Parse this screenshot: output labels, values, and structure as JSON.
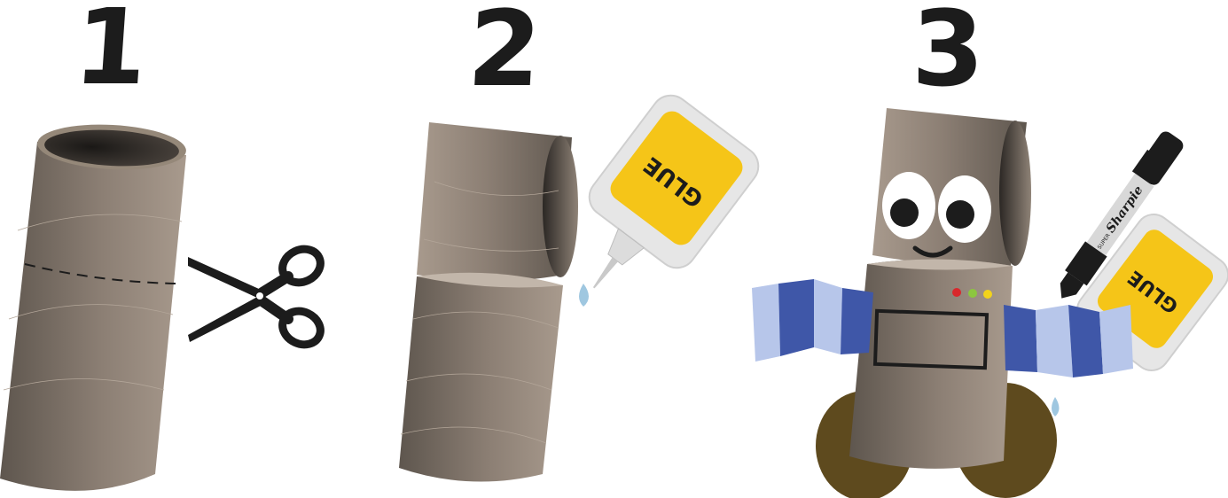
{
  "steps": [
    {
      "number": "1"
    },
    {
      "number": "2"
    },
    {
      "number": "3"
    }
  ],
  "glue_label": "GLUE",
  "marker_brand": "Sharpie",
  "marker_sub": "SUPER",
  "icons": {
    "scissors": "scissors-icon",
    "glue": "glue-bottle-icon",
    "marker": "marker-icon"
  },
  "colors": {
    "tube_light": "#a8998c",
    "tube_dark": "#5e564e",
    "glue_label": "#f5c518",
    "glue_body": "#e9e9e9",
    "wheel": "#5e4a1e",
    "arm_dark": "#3f57a8",
    "arm_light": "#b7c6ea",
    "ink": "#1c1c1c"
  }
}
